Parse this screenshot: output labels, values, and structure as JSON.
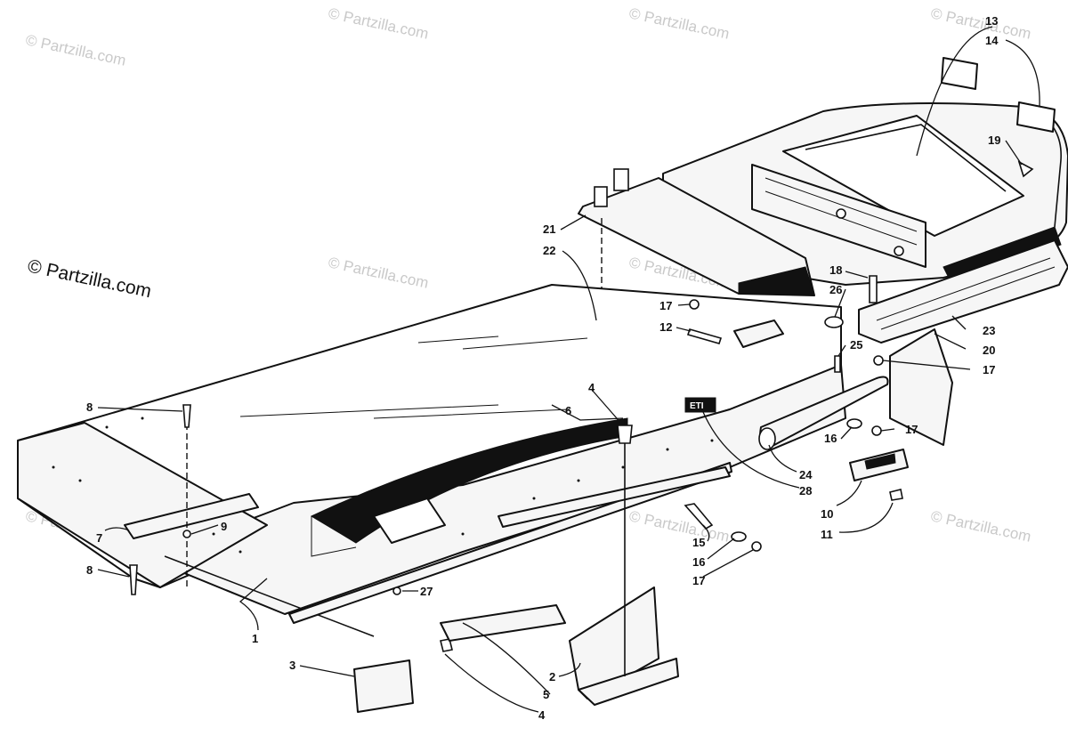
{
  "watermarks": {
    "text": "© Partzilla.com"
  },
  "callouts": [
    {
      "id": "c1",
      "label": "1"
    },
    {
      "id": "c2",
      "label": "2"
    },
    {
      "id": "c3",
      "label": "3"
    },
    {
      "id": "c4a",
      "label": "4"
    },
    {
      "id": "c4b",
      "label": "4"
    },
    {
      "id": "c5",
      "label": "5"
    },
    {
      "id": "c6",
      "label": "6"
    },
    {
      "id": "c7",
      "label": "7"
    },
    {
      "id": "c8a",
      "label": "8"
    },
    {
      "id": "c8b",
      "label": "8"
    },
    {
      "id": "c9",
      "label": "9"
    },
    {
      "id": "c10",
      "label": "10"
    },
    {
      "id": "c11",
      "label": "11"
    },
    {
      "id": "c12",
      "label": "12"
    },
    {
      "id": "c13",
      "label": "13"
    },
    {
      "id": "c14",
      "label": "14"
    },
    {
      "id": "c15",
      "label": "15"
    },
    {
      "id": "c16a",
      "label": "16"
    },
    {
      "id": "c16b",
      "label": "16"
    },
    {
      "id": "c17a",
      "label": "17"
    },
    {
      "id": "c17b",
      "label": "17"
    },
    {
      "id": "c17c",
      "label": "17"
    },
    {
      "id": "c17d",
      "label": "17"
    },
    {
      "id": "c18",
      "label": "18"
    },
    {
      "id": "c19",
      "label": "19"
    },
    {
      "id": "c20",
      "label": "20"
    },
    {
      "id": "c21",
      "label": "21"
    },
    {
      "id": "c22",
      "label": "22"
    },
    {
      "id": "c23",
      "label": "23"
    },
    {
      "id": "c24",
      "label": "24"
    },
    {
      "id": "c25",
      "label": "25"
    },
    {
      "id": "c26",
      "label": "26"
    },
    {
      "id": "c27",
      "label": "27"
    },
    {
      "id": "c28",
      "label": "28"
    }
  ],
  "decal_text": "ETI",
  "colors": {
    "ink": "#111111",
    "paper": "#ffffff",
    "watermark": "#c9c9c9"
  }
}
